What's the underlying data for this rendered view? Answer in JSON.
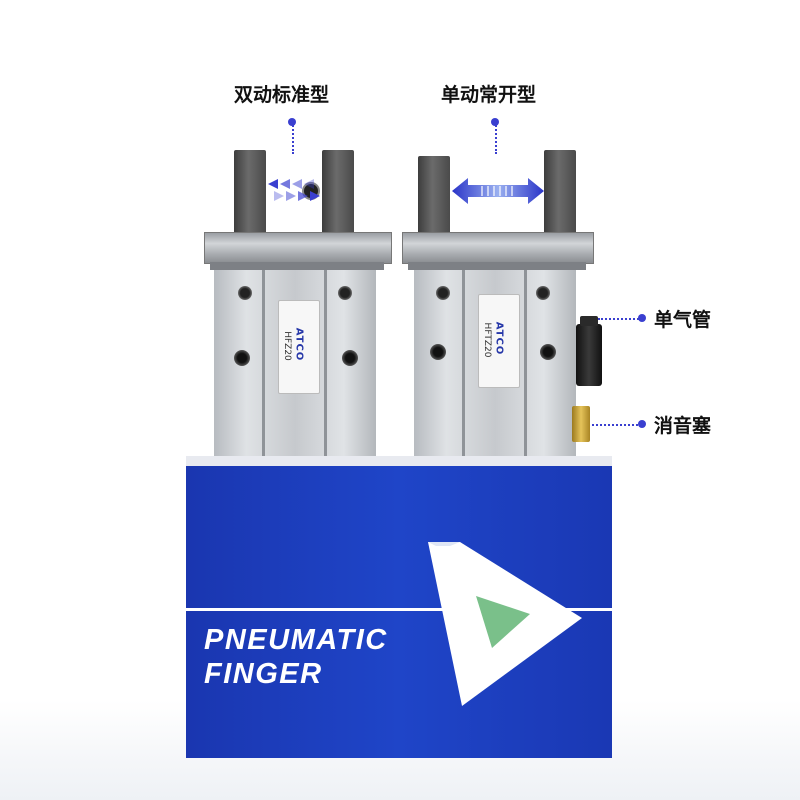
{
  "labels": {
    "double_acting": "双动标准型",
    "single_acting_open": "单动常开型",
    "single_air_tube": "单气管",
    "silencer": "消音塞"
  },
  "product": {
    "brand": "ATCO",
    "model_left": "HFZ20",
    "model_right": "HFTZ20"
  },
  "box": {
    "line1": "PNEUMATIC",
    "line2": "FINGER"
  },
  "colors": {
    "accent": "#3a3fd0",
    "box_blue": "#1f45c8",
    "logo_green": "#7ac08a"
  }
}
